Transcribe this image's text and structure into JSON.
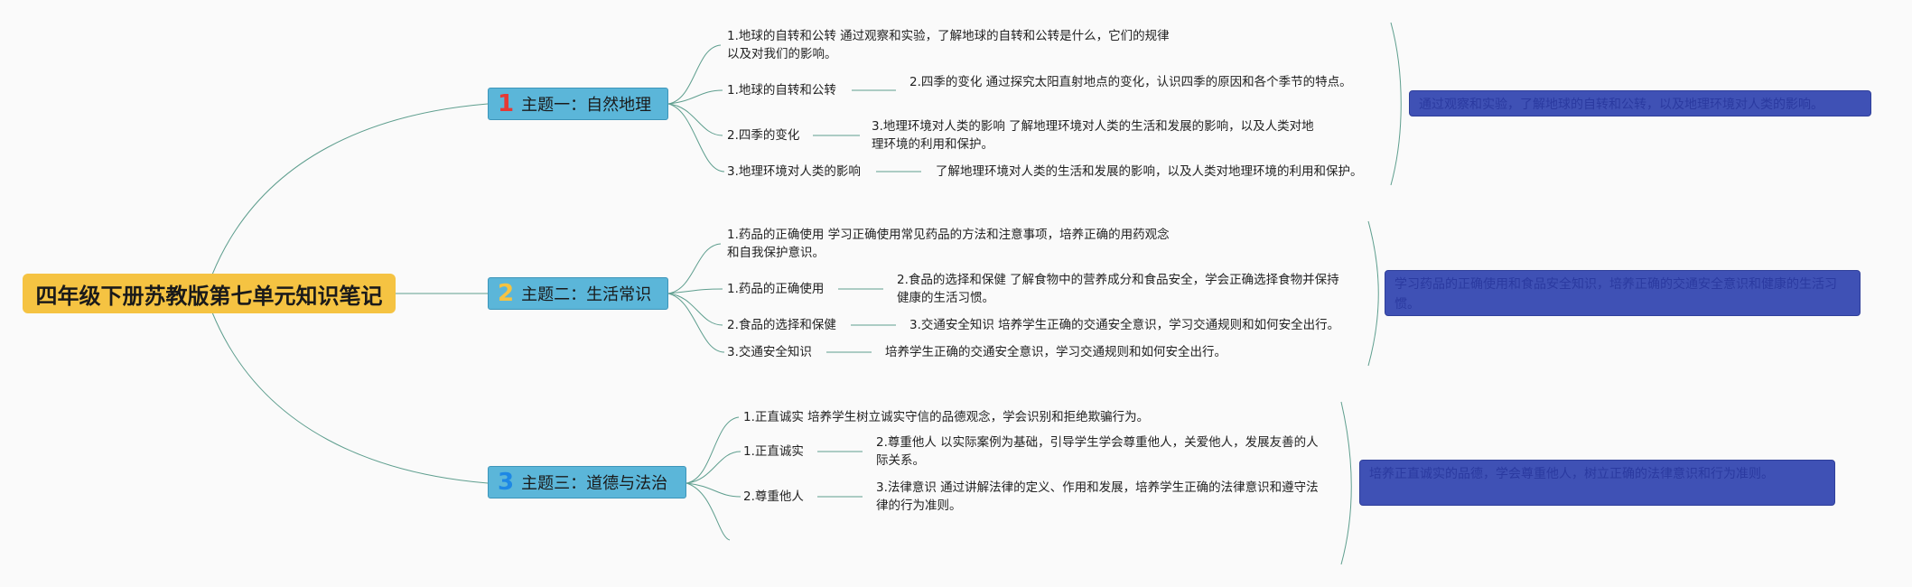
{
  "root": {
    "title": "四年级下册苏教版第七单元知识笔记"
  },
  "topics": [
    {
      "num": "1",
      "num_color": "#e53935",
      "label": "主题一：自然地理",
      "items": [
        "1.地球的自转和公转 通过观察和实验，了解地球的自转和公转是什么，它们的规律以及对我们的影响。",
        "1.地球的自转和公转",
        "2.四季的变化 通过探究太阳直射地点的变化，认识四季的原因和各个季节的特点。",
        "2.四季的变化",
        "3.地理环境对人类的影响 了解地理环境对人类的生活和发展的影响，以及人类对地理环境的利用和保护。",
        "3.地理环境对人类的影响",
        "了解地理环境对人类的生活和发展的影响，以及人类对地理环境的利用和保护。"
      ],
      "summary": "通过观察和实验，了解地球的自转和公转，以及地理环境对人类的影响。"
    },
    {
      "num": "2",
      "num_color": "#f5c342",
      "label": "主题二：生活常识",
      "items": [
        "1.药品的正确使用 学习正确使用常见药品的方法和注意事项，培养正确的用药观念和自我保护意识。",
        "1.药品的正确使用",
        "2.食品的选择和保健 了解食物中的营养成分和食品安全，学会正确选择食物并保持健康的生活习惯。",
        "2.食品的选择和保健",
        "3.交通安全知识 培养学生正确的交通安全意识，学习交通规则和如何安全出行。",
        "3.交通安全知识",
        "培养学生正确的交通安全意识，学习交通规则和如何安全出行。"
      ],
      "summary": "学习药品的正确使用和食品安全知识，培养正确的交通安全意识和健康的生活习惯。"
    },
    {
      "num": "3",
      "num_color": "#1e88e5",
      "label": "主题三：道德与法治",
      "items": [
        "1.正直诚实 培养学生树立诚实守信的品德观念，学会识别和拒绝欺骗行为。",
        "1.正直诚实",
        "2.尊重他人 以实际案例为基础，引导学生学会尊重他人，关爱他人，发展友善的人际关系。",
        "2.尊重他人",
        "3.法律意识 通过讲解法律的定义、作用和发展，培养学生正确的法律意识和遵守法律的行为准则。"
      ],
      "summary": "培养正直诚实的品德，学会尊重他人，树立正确的法律意识和行为准则。"
    }
  ]
}
